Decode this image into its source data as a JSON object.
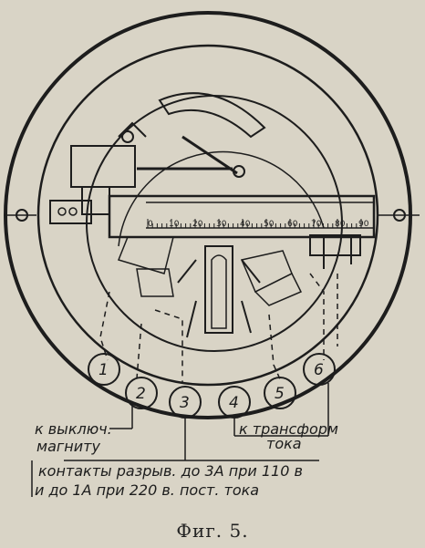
{
  "scale": {
    "ticks": [
      "0",
      "10",
      "20",
      "30",
      "40",
      "50",
      "60",
      "70",
      "80",
      "90"
    ]
  },
  "terminals": [
    "1",
    "2",
    "3",
    "4",
    "5",
    "6"
  ],
  "annotations": {
    "left_label_line1": "к выключ.",
    "left_label_line2": "магниту",
    "right_label_line1": "к трансформ",
    "right_label_line2": "тока",
    "bottom_label_line1": "контакты разрыв. до 3А при 110 в",
    "bottom_label_line2": "и до 1А при 220 в. пост. тока"
  },
  "caption": "Фиг. 5."
}
